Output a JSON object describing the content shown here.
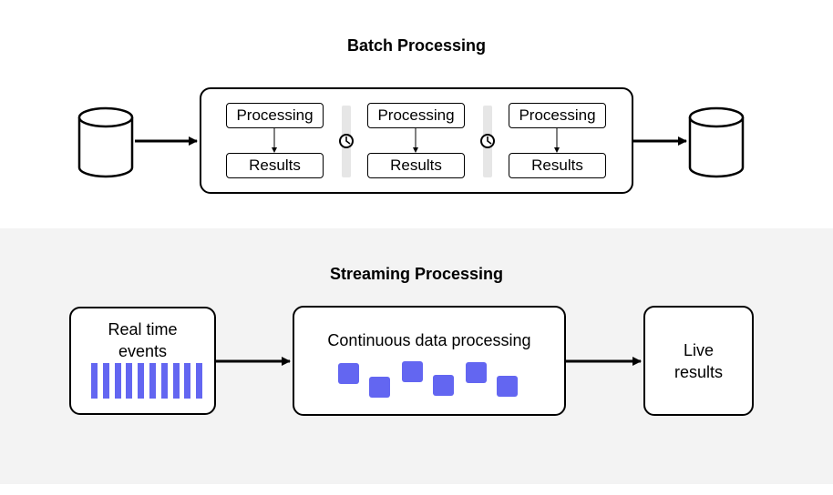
{
  "batch": {
    "title": "Batch Processing",
    "stages": [
      {
        "processing_label": "Processing",
        "results_label": "Results"
      },
      {
        "processing_label": "Processing",
        "results_label": "Results"
      },
      {
        "processing_label": "Processing",
        "results_label": "Results"
      }
    ],
    "icons": [
      "database-icon",
      "clock-icon",
      "clock-icon",
      "database-icon"
    ]
  },
  "streaming": {
    "title": "Streaming Processing",
    "events_label_line1": "Real time",
    "events_label_line2": "events",
    "processing_label": "Continuous data processing",
    "results_label_line1": "Live",
    "results_label_line2": "results",
    "event_count": 10,
    "data_item_count": 6
  },
  "colors": {
    "accent": "#6366f1",
    "section_background": "#f3f3f3",
    "separator": "#e6e6e6"
  }
}
